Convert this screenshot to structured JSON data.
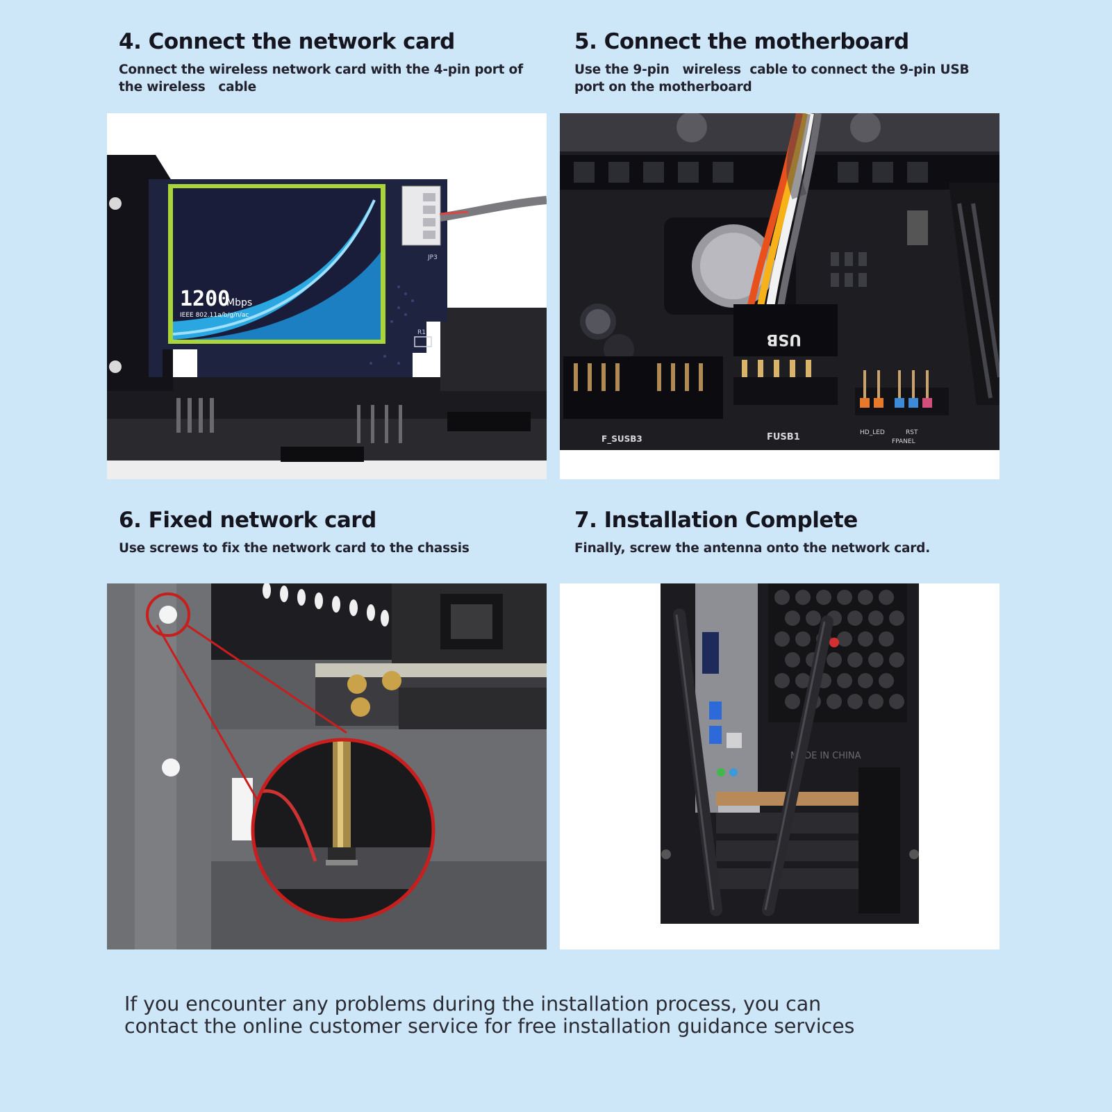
{
  "steps": [
    {
      "title": "4. Connect the network card",
      "desc_line1": "Connect the wireless network card with the 4-pin port of",
      "desc_line2": "the wireless   cable"
    },
    {
      "title": "5. Connect the motherboard",
      "desc_line1": "Use the 9-pin   wireless  cable to connect the 9-pin USB",
      "desc_line2": "port on the motherboard"
    },
    {
      "title": "6. Fixed network card",
      "desc_line1": "Use screws to fix the network card to the chassis"
    },
    {
      "title": "7. Installation Complete",
      "desc_line1": "Finally, screw the antenna onto the network card."
    }
  ],
  "photo_labels": {
    "card_speed": "1200",
    "card_unit": "Mbps",
    "card_standard": "IEEE 802.11a/b/g/n/ac",
    "card_jp3": "JP3",
    "card_r1": "R1",
    "header_usb": "USB",
    "label_fusb3": "F_SUSB3",
    "label_fusb1": "FUSB1",
    "label_hdled": "HD_LED",
    "label_fpanel": "FPANEL",
    "label_rst": "RST",
    "label_made_in_china": "MADE IN CHINA"
  },
  "footer": {
    "line1": "If you encounter any problems during the installation process, you can",
    "line2": "contact the online customer service for free installation guidance services"
  },
  "colors": {
    "background": "#cde6f8",
    "card_border": "#a9d43a",
    "highlight_circle": "#c81e1e"
  }
}
